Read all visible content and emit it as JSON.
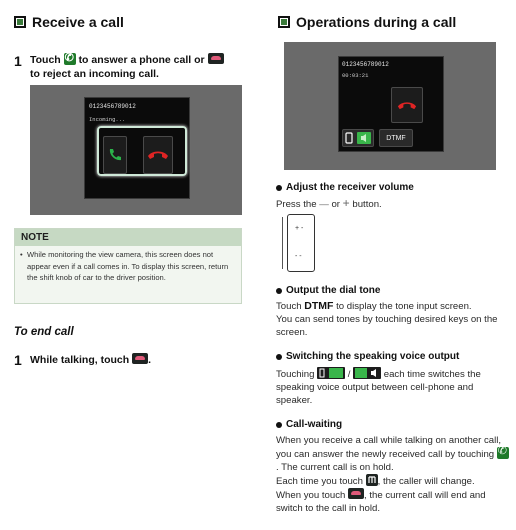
{
  "left": {
    "section_title": "Receive a call",
    "step1": {
      "num": "1",
      "part_a": "Touch",
      "part_b": "to answer a phone call or",
      "part_c": "to reject an incoming call."
    },
    "screen": {
      "phone_number": "0123456789012",
      "status": "Incoming..."
    },
    "note": {
      "title": "NOTE",
      "body": "While monitoring the view camera, this screen does not appear even if a call comes in. To display this screen, return the shift knob of car to the driver position."
    },
    "end_call": {
      "title": "To end call",
      "num": "1",
      "text": "While talking, touch"
    }
  },
  "right": {
    "section_title": "Operations during a call",
    "screen": {
      "phone_number": "0123456789012",
      "timer": "00:03:21",
      "dtmf_label": "DTMF"
    },
    "volume": {
      "title": "Adjust the receiver volume",
      "text_a": "Press the",
      "minus": "—",
      "or": "or",
      "plus": "+",
      "text_b": "button."
    },
    "dial_tone": {
      "title": "Output the dial tone",
      "text_a": "Touch",
      "dtmf": "DTMF",
      "text_b": "to display the tone input screen.",
      "text_c": "You can send tones by touching desired keys on the screen."
    },
    "switching": {
      "title": "Switching the speaking voice output",
      "text_a": "Touching",
      "slash": "/",
      "text_b": "each time switches the speaking voice output between cell-phone and speaker."
    },
    "waiting": {
      "title": "Call-waiting",
      "p1a": "When you receive a call while talking on another call, you can answer the newly received call by touching",
      "p1b": ". The current call is on hold.",
      "p2a": "Each time you touch",
      "p2b": ", the caller will change.",
      "p3a": "When you touch",
      "p3b": ", the current call will end and switch to the call in hold."
    }
  },
  "colors": {
    "accent_green": "#3a7a3a",
    "note_bg": "#f2f6f0",
    "note_head": "#c6d9c3",
    "screen_gray": "#6a6a6a",
    "reject_pink": "#e05a7a",
    "answer_green": "#1f7a2a"
  }
}
